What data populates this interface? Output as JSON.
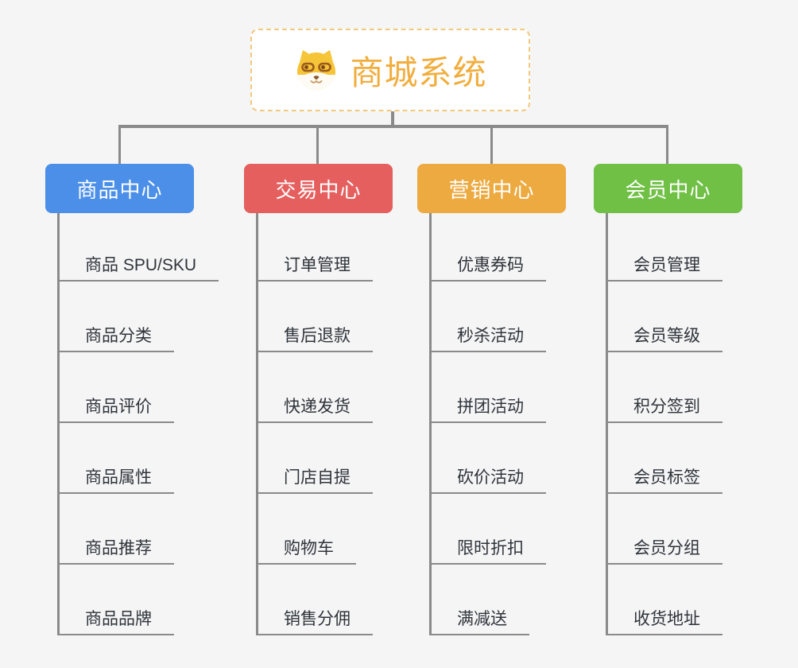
{
  "root": {
    "title": "商城系统",
    "icon": "shiba-dog-icon",
    "title_color": "#f1ae3e",
    "border_color": "#f2c87f"
  },
  "connector_color": "#8a8a8a",
  "background_color": "#f5f5f6",
  "branches": [
    {
      "label": "商品中心",
      "color": "#4b8fe8",
      "children": [
        "商品 SPU/SKU",
        "商品分类",
        "商品评价",
        "商品属性",
        "商品推荐",
        "商品品牌"
      ]
    },
    {
      "label": "交易中心",
      "color": "#e55f5f",
      "children": [
        "订单管理",
        "售后退款",
        "快递发货",
        "门店自提",
        "购物车",
        "销售分佣"
      ]
    },
    {
      "label": "营销中心",
      "color": "#ecaa40",
      "children": [
        "优惠券码",
        "秒杀活动",
        "拼团活动",
        "砍价活动",
        "限时折扣",
        "满减送"
      ]
    },
    {
      "label": "会员中心",
      "color": "#70c046",
      "children": [
        "会员管理",
        "会员等级",
        "积分签到",
        "会员标签",
        "会员分组",
        "收货地址"
      ]
    }
  ]
}
